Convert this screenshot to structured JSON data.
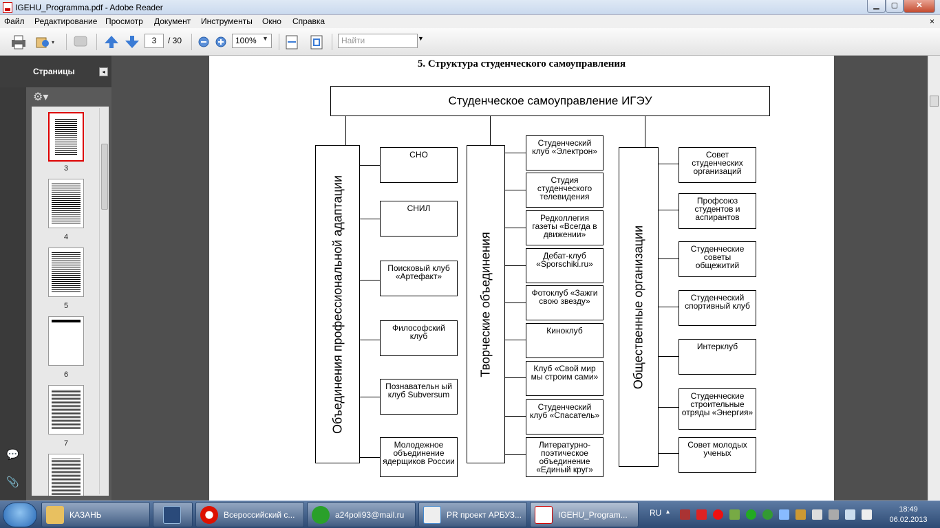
{
  "window": {
    "title": "IGEHU_Programma.pdf - Adobe Reader",
    "min": "▁",
    "max": "▢",
    "close": "✕"
  },
  "menu": {
    "items": [
      "Файл",
      "Редактирование",
      "Просмотр",
      "Документ",
      "Инструменты",
      "Окно",
      "Справка"
    ],
    "close": "×"
  },
  "toolbar": {
    "page_current": "3",
    "page_total": "/ 30",
    "zoom": "100%",
    "find_placeholder": "Найти"
  },
  "pages_panel": {
    "title": "Страницы",
    "collapse": "◂",
    "thumbnails": [
      "3",
      "4",
      "5",
      "6",
      "7"
    ]
  },
  "diagram": {
    "heading": "5. Структура студенческого самоуправления",
    "root": "Студенческое самоуправление ИГЭУ",
    "branches": [
      {
        "title": "Объединения профессиональной адаптации",
        "items": [
          "СНО",
          "СНИЛ",
          "Поисковый клуб «Артефакт»",
          "Философский клуб",
          "Познавательн ый клуб Subversum",
          "Молодежное объединение ядерщиков России"
        ]
      },
      {
        "title": "Творческие объединения",
        "items": [
          "Студенческий клуб «Электрон»",
          "Студия студенческого телевидения",
          "Редколлегия газеты «Всегда в движении»",
          "Дебат-клуб «Sporschiki.ru»",
          "Фотоклуб «Зажги свою звезду»",
          "Киноклуб",
          "Клуб «Свой мир мы строим сами»",
          "Студенческий клуб «Спасатель»",
          "Литературно-поэтическое объединение «Единый круг»"
        ]
      },
      {
        "title": "Общественные организации",
        "items": [
          "Совет студенческих организаций",
          "Профсоюз студентов и аспирантов",
          "Студенческие советы общежитий",
          "Студенческий спортивный клуб",
          "Интерклуб",
          "Студенческие строительные отряды «Энергия»",
          "Совет молодых ученых"
        ]
      }
    ]
  },
  "taskbar": {
    "tasks": [
      "КАЗАНЬ",
      "",
      "Всероссийский с...",
      "a24poli93@mail.ru",
      "PR проект АРБУЗ...",
      "IGEHU_Program..."
    ],
    "lang": "RU",
    "time": "18:49",
    "date": "06.02.2013"
  }
}
